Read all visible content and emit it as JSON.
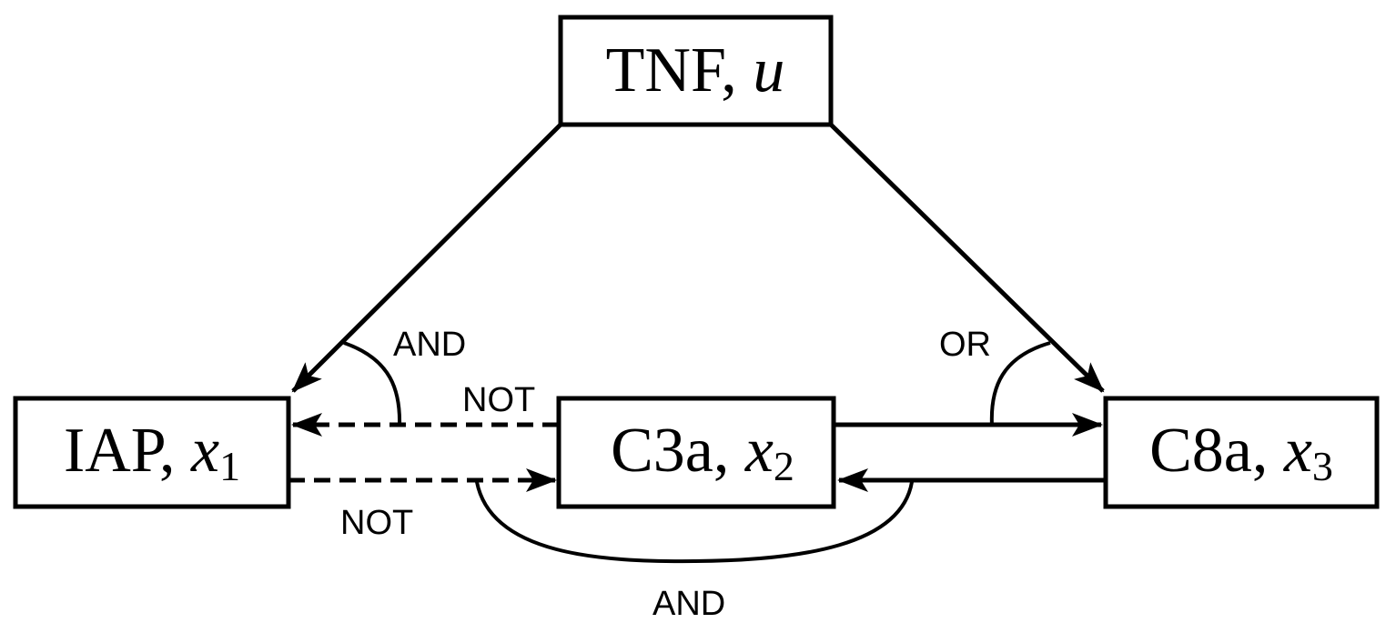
{
  "nodes": {
    "tnf": {
      "name": "TNF, ",
      "var": "u",
      "sub": ""
    },
    "iap": {
      "name": "IAP, ",
      "var": "x",
      "sub": "1"
    },
    "c3a": {
      "name": "C3a, ",
      "var": "x",
      "sub": "2"
    },
    "c8a": {
      "name": "C8a, ",
      "var": "x",
      "sub": "3"
    }
  },
  "gates": {
    "and_iap": "AND",
    "not_top": "NOT",
    "not_bottom": "NOT",
    "or_c8a": "OR",
    "and_bottom": "AND"
  }
}
